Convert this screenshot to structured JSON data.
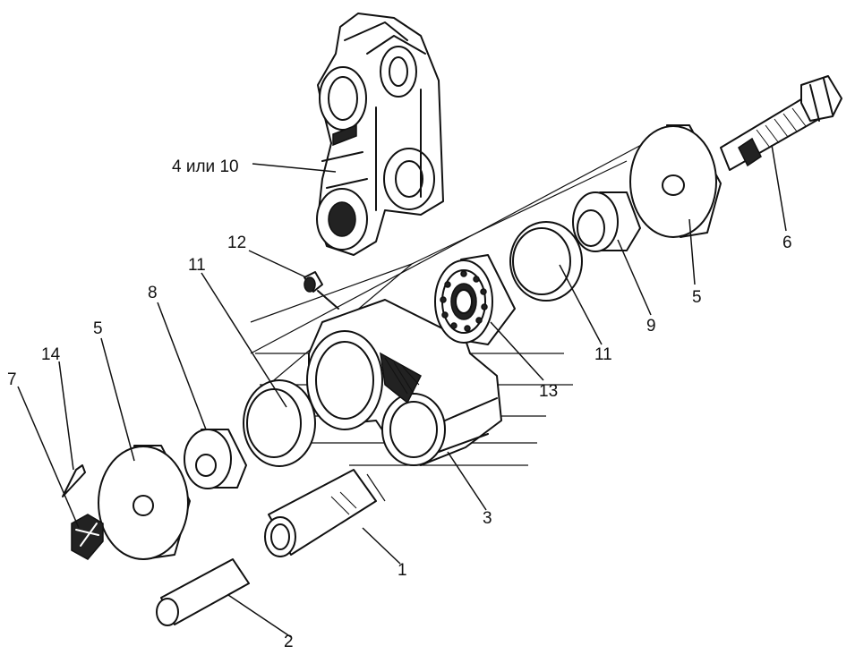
{
  "labels": {
    "l1": "1",
    "l2": "2",
    "l3": "3",
    "l4or10": "4 или 10",
    "l5_left": "5",
    "l5_right": "5",
    "l6": "6",
    "l7": "7",
    "l8": "8",
    "l9": "9",
    "l11_left": "11",
    "l11_right": "11",
    "l12": "12",
    "l13": "13",
    "l14": "14"
  }
}
